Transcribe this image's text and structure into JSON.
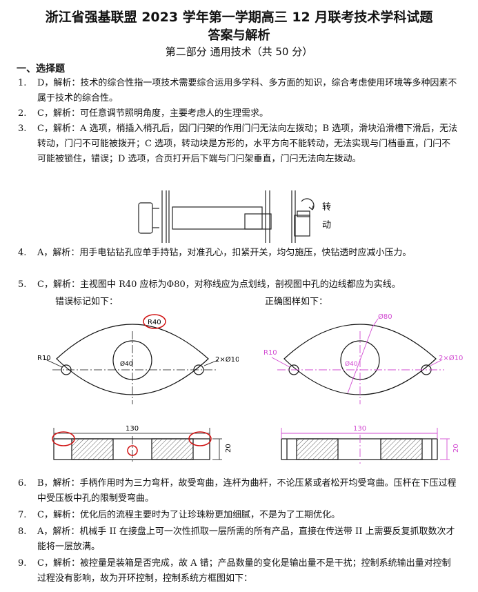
{
  "header": {
    "title_line1": "浙江省强基联盟 2023 学年第一学期高三 12 月联考技术学科试题",
    "title_line2": "答案与解析",
    "part": "第二部分  通用技术（共 50 分）"
  },
  "section_title": "一、选择题",
  "items": [
    {
      "num": "1.",
      "text": "D，解析：技术的综合性指一项技术需要综合运用多学科、多方面的知识，综合考虑使用环境等多种因素不属于技术的综合性。"
    },
    {
      "num": "2.",
      "text": "C，解析：可任意调节照明角度，主要考虑人的生理需求。"
    },
    {
      "num": "3.",
      "text": "C，解析：A 选项，梢插入梢孔后，因门闩架的作用门闩无法向左拨动；B 选项，滑块沿滑槽下滑后，无法转动，门闩不可能被拨开；C 选项，转动块是方形的，水平方向不能转动，无法实现与门档垂直，门闩不可能被锁住，错误；D 选项，合页打开后下端与门闩架垂直，门闩无法向左拨动。"
    },
    {
      "num": "4.",
      "text": "A，解析：用手电钻钻孔应单手持钻，对准孔心，扣紧开关，均匀施压，快钻透时应减小压力。"
    },
    {
      "num": "5.",
      "text": "C，解析：主视图中 R40 应标为Φ80，对称线应为点划线，剖视图中孔的边线都应为实线。"
    },
    {
      "num": "6.",
      "text": "B，解析：手柄作用时为三力弯杆，故受弯曲，连杆为曲杆，不论压紧或者松开均受弯曲。压杆在下压过程中受压板中孔的限制受弯曲。"
    },
    {
      "num": "7.",
      "text": "C，解析：优化后的流程主要时为了让珍珠粉更加细腻，不是为了工期优化。"
    },
    {
      "num": "8.",
      "text": "A，解析：机械手 II 在接盘上可一次性抓取一层所需的所有产品，直接在传送带 II 上需要反复抓取数次才能将一层放满。"
    },
    {
      "num": "9.",
      "text": "C，解析：被控量是装箱是否完成，故 A 错；产品数量的变化是输出量不是干扰；控制系统输出量对控制过程没有影响，故为开环控制，控制系统方框图如下："
    }
  ],
  "figure3": {
    "label_line1": "转",
    "label_line2": "动"
  },
  "figure5": {
    "caption_wrong": "错误标记如下：",
    "caption_right": "正确图样如下：",
    "left": {
      "r_big": "R40",
      "r10": "R10",
      "d40": "Ø40",
      "holes": "2×Ø10",
      "width": "130",
      "height": "20"
    },
    "right": {
      "d80": "Ø80",
      "r10": "R10",
      "d40": "Ø40",
      "holes": "2×Ø10",
      "width": "130",
      "height": "20"
    }
  },
  "colors": {
    "annotation_red": "#d01010",
    "dimension_magenta": "#d24bd2",
    "text": "#111111"
  }
}
